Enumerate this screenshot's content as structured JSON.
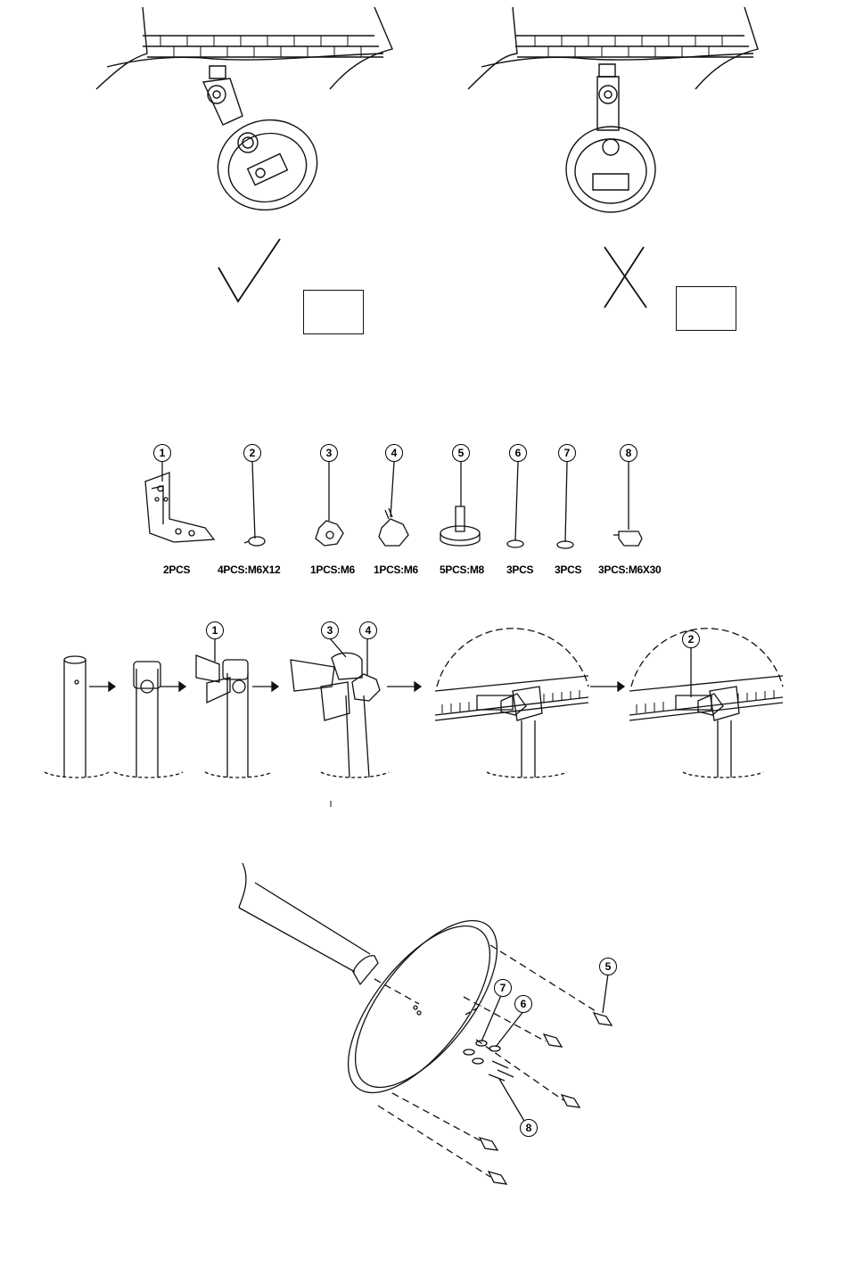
{
  "mounting_examples": {
    "correct": {
      "mark_icon": "check-mark-icon"
    },
    "incorrect": {
      "mark_icon": "cross-mark-icon"
    }
  },
  "parts": [
    {
      "number": "1",
      "quantity": "2PCS"
    },
    {
      "number": "2",
      "quantity": "4PCS:M6X12"
    },
    {
      "number": "3",
      "quantity": "1PCS:M6"
    },
    {
      "number": "4",
      "quantity": "1PCS:M6"
    },
    {
      "number": "5",
      "quantity": "5PCS:M8"
    },
    {
      "number": "6",
      "quantity": "3PCS"
    },
    {
      "number": "7",
      "quantity": "3PCS"
    },
    {
      "number": "8",
      "quantity": "3PCS:M6X30"
    }
  ],
  "assembly_steps": {
    "callouts": {
      "bracket": "1",
      "screw": "2",
      "knob_3": "3",
      "knob_4": "4"
    }
  },
  "base_plate": {
    "callouts": {
      "feet": "5",
      "washer_6": "6",
      "washer_7": "7",
      "bolt_8": "8"
    }
  }
}
